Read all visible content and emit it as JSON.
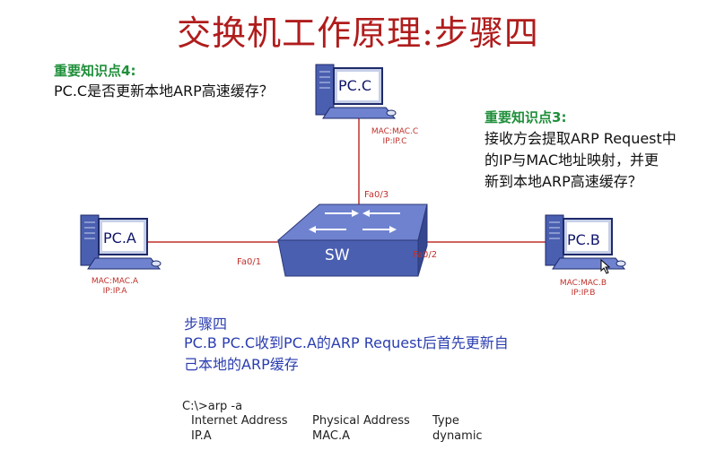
{
  "title": "交换机工作原理:步骤四",
  "knowledge4": {
    "heading": "重要知识点4:",
    "text": "PC.C是否更新本地ARP高速缓存？"
  },
  "knowledge3": {
    "heading": "重要知识点3:",
    "lines": [
      "接收方会提取ARP Request中",
      "的IP与MAC地址映射，并更",
      "新到本地ARP高速缓存？"
    ]
  },
  "devices": {
    "pc_c": {
      "label": "PC.C",
      "mac": "MAC:MAC.C",
      "ip": "IP:IP.C"
    },
    "pc_a": {
      "label": "PC.A",
      "mac": "MAC:MAC.A",
      "ip": "IP:IP.A"
    },
    "pc_b": {
      "label": "PC.B",
      "mac": "MAC:MAC.B",
      "ip": "IP:IP.B"
    },
    "switch": {
      "label": "SW"
    }
  },
  "ports": {
    "fa0_1": "Fa0/1",
    "fa0_2": "Fa0/2",
    "fa0_3": "Fa0/3"
  },
  "step": {
    "heading": "步骤四",
    "lines": [
      "PC.B PC.C收到PC.A的ARP Request后首先更新自",
      "己本地的ARP缓存"
    ]
  },
  "arp_table": {
    "command": "C:\\>arp -a",
    "headers": [
      "Internet Address",
      "Physical Address",
      "Type"
    ],
    "rows": [
      [
        "IP.A",
        "MAC.A",
        "dynamic"
      ]
    ]
  },
  "colors": {
    "title": "#b01c1c",
    "knowledge_heading": "#1f8f3a",
    "step_text": "#2a3db0",
    "link": "#c0302a",
    "switch_body": "#4a5fb0"
  }
}
